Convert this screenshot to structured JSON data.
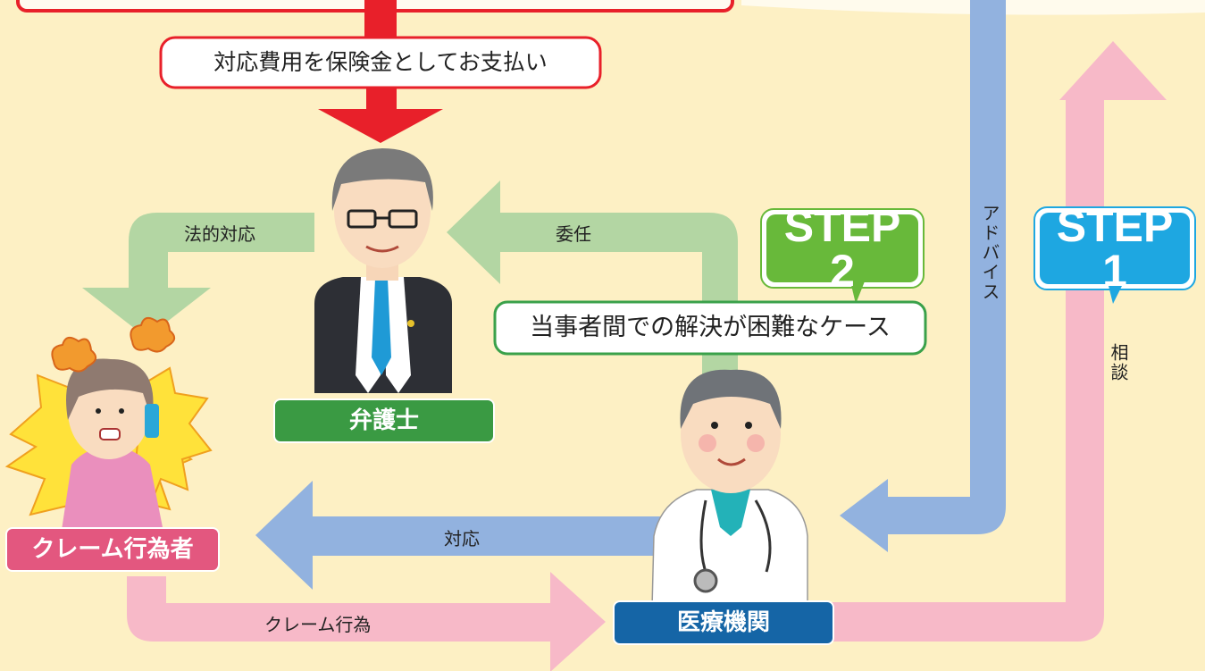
{
  "payment_callout": "対応費用を保険金としてお支払い",
  "labels": {
    "legal_response": "法的対応",
    "delegation": "委任",
    "response": "対応",
    "claim_act": "クレーム行為",
    "advice": "アドバイス",
    "consultation": "相談"
  },
  "step2": {
    "badge": "STEP 2",
    "caption": "当事者間での解決が困難なケース"
  },
  "step1": {
    "badge": "STEP 1"
  },
  "actors": {
    "lawyer": "弁護士",
    "claimant": "クレーム行為者",
    "medical": "医療機関"
  },
  "colors": {
    "background": "#fdf0c4",
    "red": "#e8202a",
    "green_arrow": "#b3d6a3",
    "blue_arrow": "#92b2df",
    "pink_arrow": "#f7b9c8",
    "step_green": "#68b93a",
    "step_blue": "#1ea7e1",
    "lawyer_badge": "#3a9a43",
    "claimant_badge": "#e3577f",
    "medical_badge": "#1565a6"
  },
  "icons": [
    "lawyer-illustration",
    "doctor-illustration",
    "claimant-illustration",
    "anger-icon"
  ]
}
